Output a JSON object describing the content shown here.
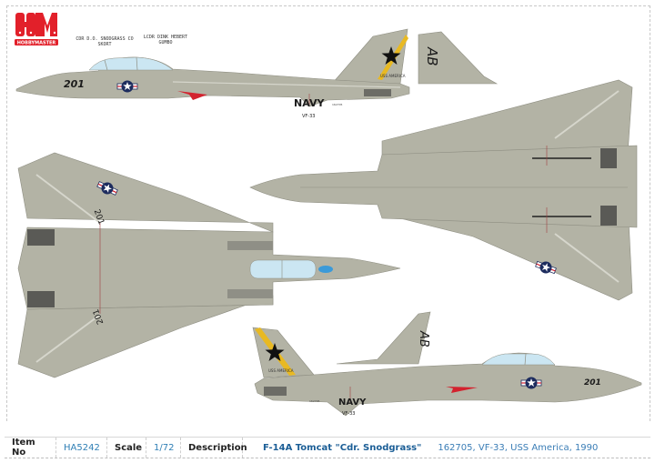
{
  "brand": {
    "logo_letters": "HM",
    "logo_sub": "HOBBYMASTER",
    "color": "#e2202a"
  },
  "crew": {
    "pilot_line1": "CDR D.O. SNODGRASS CO",
    "pilot_line2": "SKORT",
    "rio_line1": "LCDR DINK HEBERT",
    "rio_line2": "GUMBO"
  },
  "markings": {
    "modex": "201",
    "modex_underside": "102",
    "navy": "NAVY",
    "squadron": "VF-33",
    "tail_code": "AB",
    "ship": "USS AMERICA",
    "bureau_no": "162705"
  },
  "colors": {
    "airframe": "#b3b3a5",
    "panel_line": "#8e8e82",
    "canopy": "#cbe6f2",
    "insignia_blue": "#1d2c5e",
    "stripe_yellow": "#e8b923",
    "accent_red": "#d3222e"
  },
  "info_bar": {
    "item_no_label": "Item No",
    "item_no_value": "HA5242",
    "scale_label": "Scale",
    "scale_value": "1/72",
    "description_label": "Description",
    "description_title": "F-14A Tomcat \"Cdr. Snodgrass\"",
    "description_detail": "162705, VF-33, USS America, 1990"
  }
}
